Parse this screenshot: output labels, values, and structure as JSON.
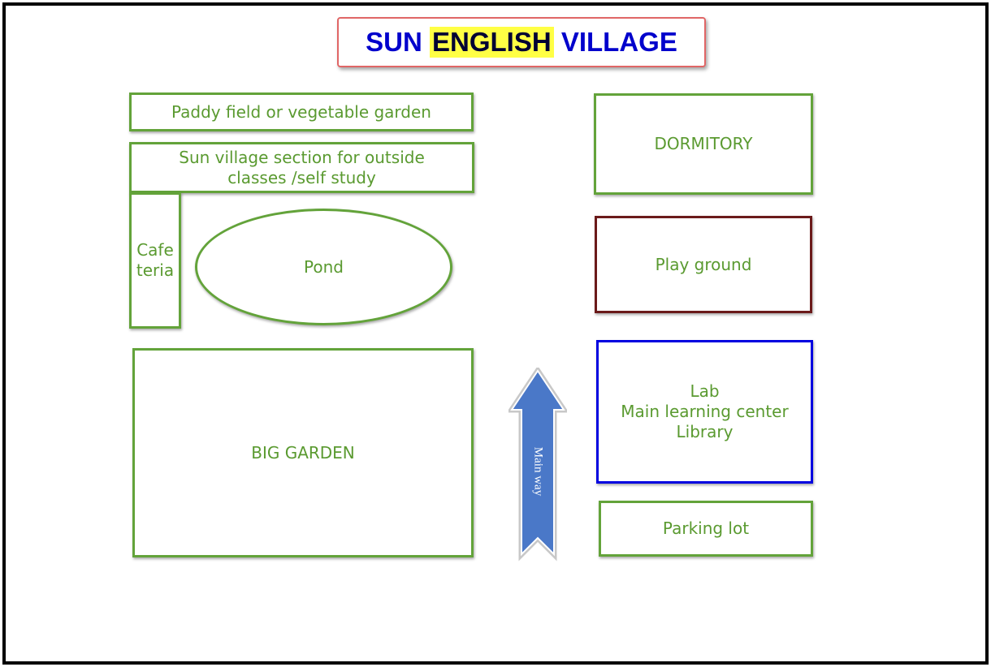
{
  "title": {
    "part1": "SUN ",
    "highlight": "ENGLISH",
    "part2": " VILLAGE",
    "text_color": "#0000cc",
    "highlight_color": "#ffff44",
    "border_color": "#e06666"
  },
  "zones": {
    "paddy_field": "Paddy field or vegetable garden",
    "outside_classes": "Sun village section for outside\nclasses /self study",
    "cafeteria": "Cafe\nteria",
    "pond": "Pond",
    "big_garden": "BIG GARDEN",
    "dormitory": "DORMITORY",
    "playground": "Play ground",
    "learning_center": "Lab\nMain learning center\nLibrary",
    "parking_lot": "Parking lot"
  },
  "arrow": {
    "label": "Main way",
    "fill_color": "#4a78c8"
  },
  "colors": {
    "default_border": "#63a33a",
    "label_text": "#5a9a30",
    "playground_border": "#6b1a1a",
    "learning_center_border": "#0000e0"
  }
}
